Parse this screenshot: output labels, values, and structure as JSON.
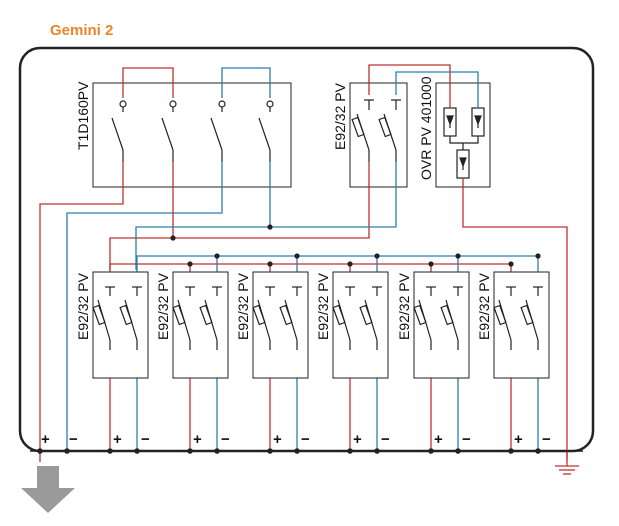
{
  "title": "Gemini 2",
  "colors": {
    "accent": "#e8862a",
    "red": "#c0312e",
    "blue": "#2a7fb0",
    "dark": "#222222",
    "arrow": "#9a9a9a"
  },
  "main_switch": {
    "label": "T1D160PV"
  },
  "spd_fuse": {
    "label": "E92/32 PV"
  },
  "surge_protector": {
    "label": "OVR PV 401000"
  },
  "string_fuses": [
    {
      "label": "E92/32 PV",
      "plus": "+",
      "minus": "−"
    },
    {
      "label": "E92/32 PV",
      "plus": "+",
      "minus": "−"
    },
    {
      "label": "E92/32 PV",
      "plus": "+",
      "minus": "−"
    },
    {
      "label": "E92/32 PV",
      "plus": "+",
      "minus": "−"
    },
    {
      "label": "E92/32 PV",
      "plus": "+",
      "minus": "−"
    },
    {
      "label": "E92/32 PV",
      "plus": "+",
      "minus": "−"
    }
  ],
  "output": {
    "plus": "+",
    "minus": "−"
  },
  "icons": {
    "ground": "ground-icon",
    "arrow": "arrow-down-icon"
  }
}
